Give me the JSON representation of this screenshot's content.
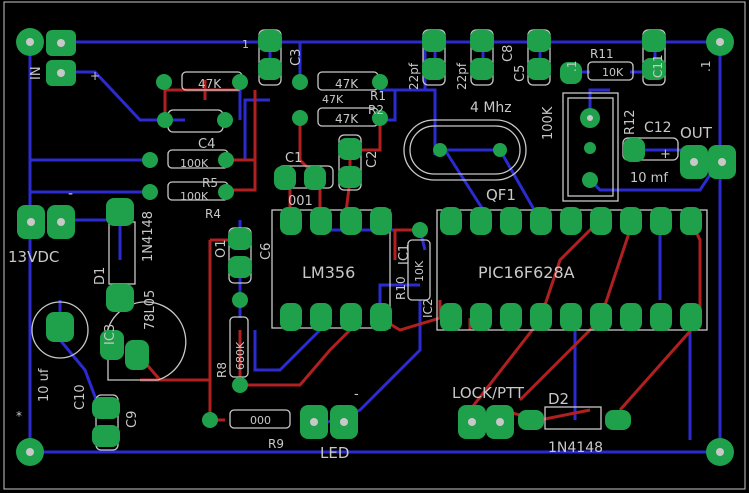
{
  "labels": {
    "in_top": "IN",
    "plus_top": "+",
    "minus_mid": "-",
    "vdc": "13VDC",
    "d1_part": "1N4148",
    "d1": "D1",
    "ic3_part": "78L05",
    "ic3": "IC3",
    "c10_val": "10 uf",
    "c10": "C10",
    "c9": "C9",
    "star": "*",
    "r4_val": "100K",
    "r4": "R4",
    "r5_val": "100K",
    "r5": "R5",
    "r7_val": "47K",
    "r6_val": "47K",
    "r2_val": "47K",
    "r1_val": "47K",
    "r1": "R1",
    "r2": "R2",
    "c4": "C4",
    "c5_lbl": "C3",
    "c1": "C1",
    "c2": "C2",
    "c1_val": "001",
    "c3_one": "1",
    "c6": "C6",
    "o1": "O1",
    "lm356": "LM356",
    "r8": "R8",
    "r8_val": "680K",
    "r9": "R9",
    "r9_val": "000",
    "led": "LED",
    "led_minus": "-",
    "pic": "PIC16F628A",
    "r10_val": "10K",
    "r10": "R10",
    "ic1": "IC1",
    "ic2": "IC2",
    "pf22a": "22pf",
    "pf22b": "22pf",
    "c8": "C8",
    "c5": "C5",
    "r11": "R11",
    "r11_val": "10K",
    "c11": "C11",
    "c11_val": ".1",
    "c5_val": ".1",
    "mhz": "4 Mhz",
    "qf1": "QF1",
    "k100": "100K",
    "r12": "R12",
    "c12": "C12",
    "c12_val": "10 mf",
    "out": "OUT",
    "out_plus": "+",
    "lock": "LOCK/PTT",
    "d2": "D2",
    "d2_part": "1N4148"
  },
  "colors": {
    "background": "#000000",
    "trace_top": "#2b2bd0",
    "trace_bottom": "#b02020",
    "pad": "#1fa04a",
    "silk": "#c8c8c8"
  }
}
